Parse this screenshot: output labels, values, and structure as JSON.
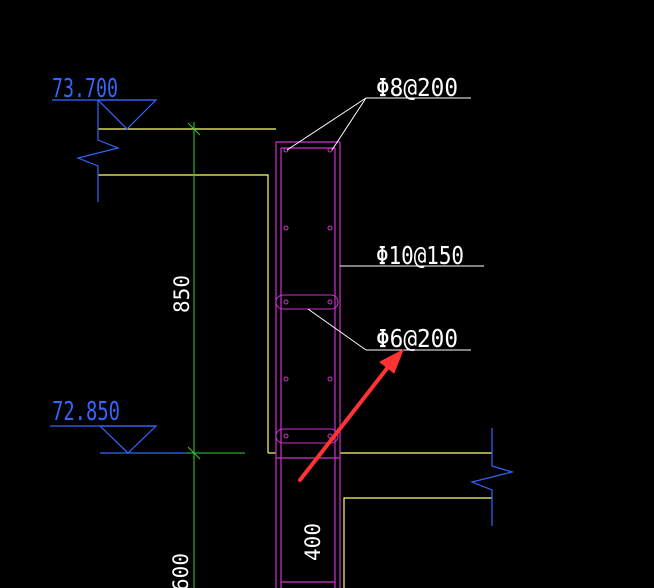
{
  "colors": {
    "background": "#000000",
    "slab_outline": "#ffff66",
    "column_outline": "#cc33cc",
    "rebar": "#cc33cc",
    "dimension": "#33cc33",
    "elevation": "#3366ff",
    "leader": "#ffffff",
    "break_line": "#3366ff",
    "annotation_arrow": "#ff3333"
  },
  "elevations": {
    "top": "73.700",
    "bottom": "72.850"
  },
  "rebar_labels": {
    "top_bars": "Φ8@200",
    "vertical_bars": "Φ10@150",
    "stirrups": "Φ6@200"
  },
  "dimensions": {
    "height": "850",
    "width": "400",
    "lower_height": "600"
  },
  "icons": {
    "elevation_marker": "triangle-elevation-icon",
    "break_line": "zigzag-break-icon",
    "arrow": "red-arrow-icon"
  }
}
